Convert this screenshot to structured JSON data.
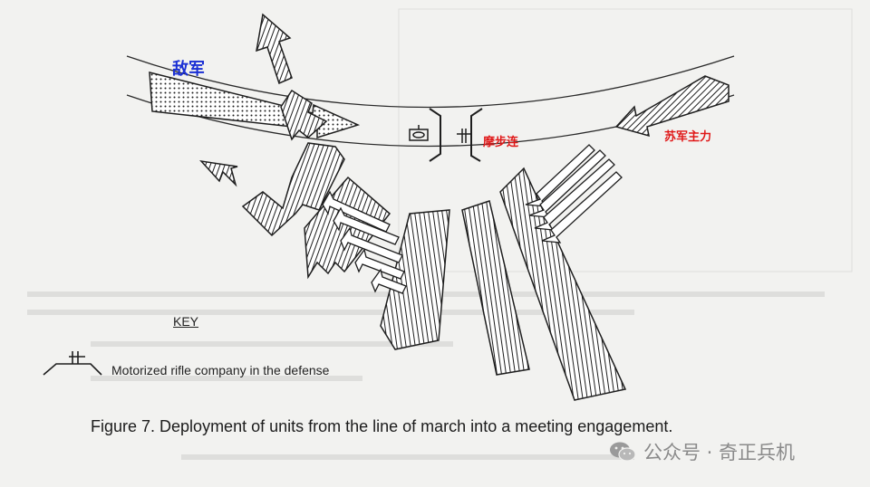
{
  "labels": {
    "enemy": "敌军",
    "company": "摩步连",
    "main_force": "苏军主力"
  },
  "key": {
    "title": "KEY",
    "symbol_text": "Motorized rifle company in the defense"
  },
  "caption": "Figure 7.  Deployment of units from the line of march into a meeting engagement.",
  "watermark": {
    "icon": "wechat-icon",
    "text": "公众号 · 奇正兵机"
  },
  "colors": {
    "enemy_label": "#1a2fd4",
    "friendly_label": "#e01818",
    "ink": "#1e1e1e",
    "background": "#f2f2f0"
  }
}
